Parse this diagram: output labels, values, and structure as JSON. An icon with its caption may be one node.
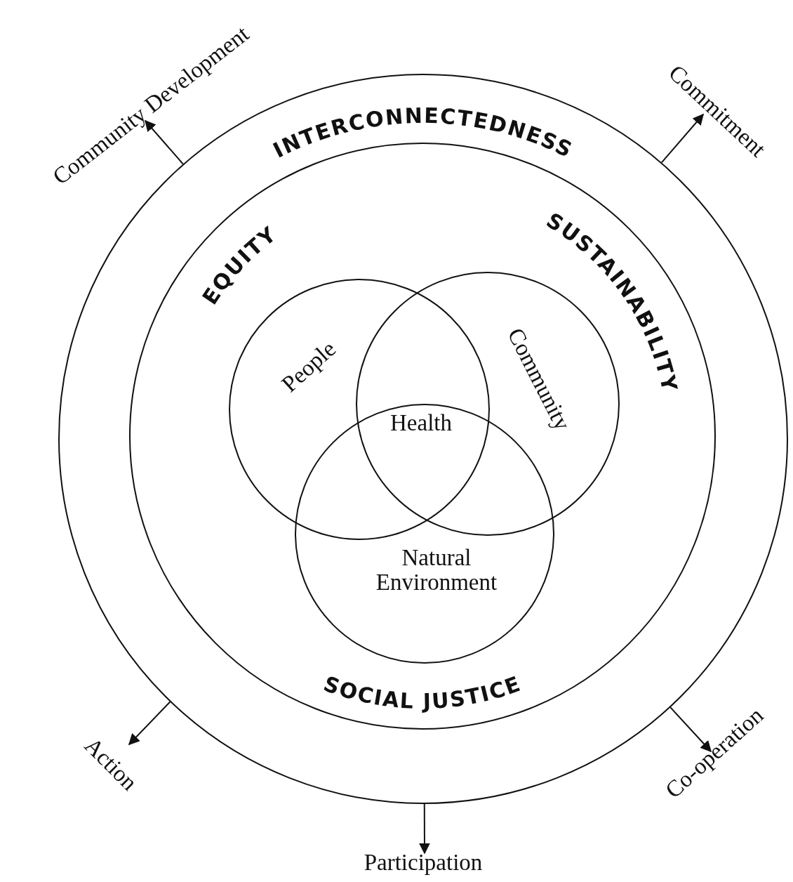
{
  "diagram": {
    "nodes": [
      {
        "text": [
          "INTERCONNECTEDNESS"
        ]
      },
      {
        "text": [
          "EQUITY",
          "SUSTAINABILITY",
          "SOCIAL JUSTICE"
        ],
        "in": 0
      },
      {
        "text": [
          "People"
        ],
        "in": 1
      },
      {
        "text": [
          "Community"
        ],
        "in": 1
      },
      {
        "text": [
          "Natural Environment"
        ],
        "in": 1
      },
      {
        "text": [
          "Community Development"
        ]
      },
      {
        "text": [
          "Commitment"
        ]
      },
      {
        "text": [
          "Action"
        ]
      },
      {
        "text": [
          "Participation"
        ]
      },
      {
        "text": [
          "Co-operation"
        ]
      }
    ],
    "edges": [
      {
        "from": 0,
        "to": 5,
        "arrow": "to"
      },
      {
        "from": 0,
        "to": 6,
        "arrow": "to"
      },
      {
        "from": 0,
        "to": 7,
        "arrow": "to"
      },
      {
        "from": 0,
        "to": 8,
        "arrow": "to"
      },
      {
        "from": 0,
        "to": 9,
        "arrow": "to"
      }
    ],
    "labels": [
      "Health"
    ]
  }
}
